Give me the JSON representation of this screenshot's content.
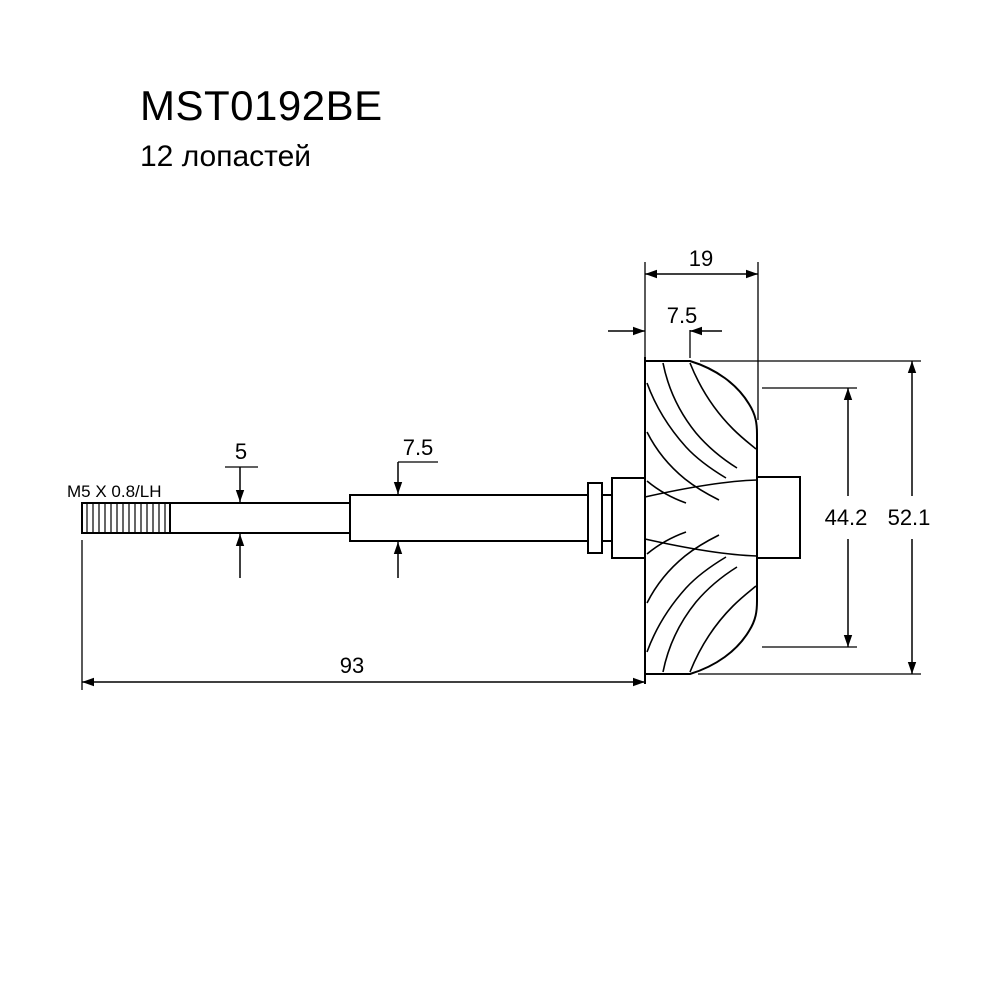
{
  "part": {
    "number": "MST0192BE",
    "blades": "12 лопастей",
    "thread": "M5 X 0.8/LH"
  },
  "dims": {
    "wheel_width": "19",
    "tip_width": "7.5",
    "small_shaft_dia": "5",
    "large_shaft_dia": "7.5",
    "exducer_dia": "44.2",
    "inducer_dia": "52.1",
    "shaft_length": "93"
  },
  "colors": {
    "line": "#000000",
    "background": "#ffffff"
  }
}
